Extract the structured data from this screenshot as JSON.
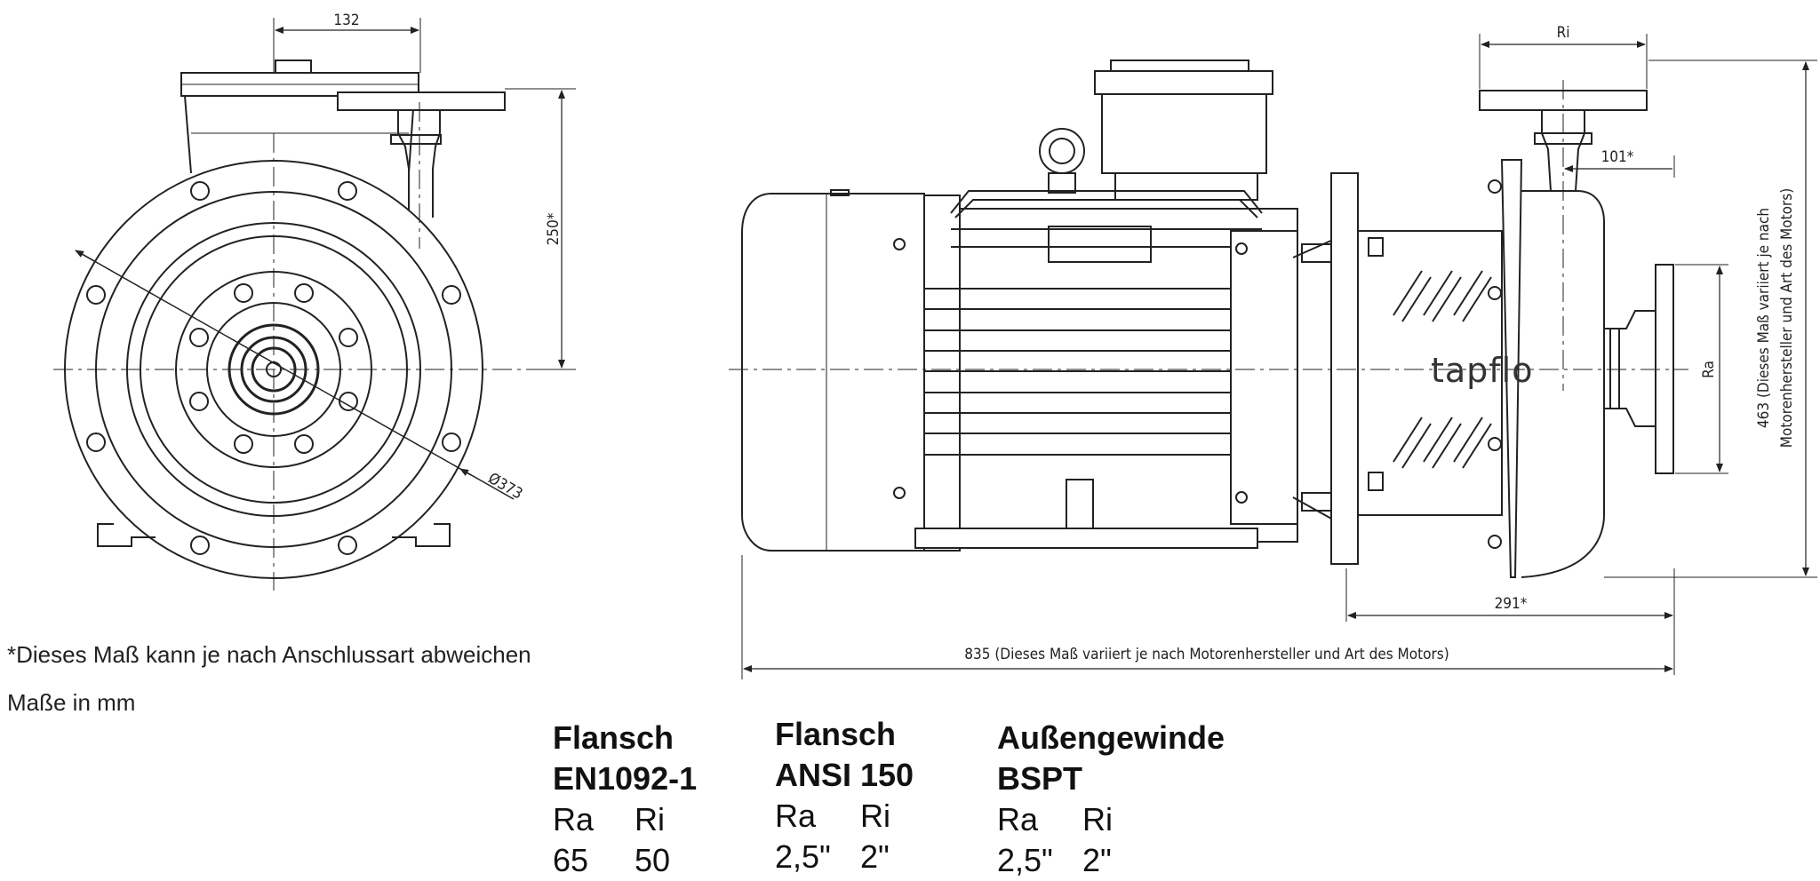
{
  "dimensions": {
    "front_width": "132",
    "front_height": "250*",
    "front_diameter": "Ø373",
    "side_ri": "Ri",
    "side_101": "101*",
    "side_ra": "Ra",
    "side_291": "291*",
    "side_835": "835 (Dieses Maß variiert je nach Motorenhersteller und Art des Motors)",
    "side_463_line1": "463 (Dieses Maß variiert je nach",
    "side_463_line2": "Motorenhersteller und Art des Motors)"
  },
  "brand": "tapflo",
  "notes": {
    "asterisk_note": "*Dieses Maß kann je nach Anschlussart abweichen",
    "units_note": "Maße in mm"
  },
  "tables": [
    {
      "title_line1": "Flansch",
      "title_line2": "EN1092-1",
      "col1": "Ra",
      "col2": "Ri",
      "val1": "65",
      "val2": "50"
    },
    {
      "title_line1": "Flansch",
      "title_line2": "ANSI 150",
      "col1": "Ra",
      "col2": "Ri",
      "val1": "2,5\"",
      "val2": "2\""
    },
    {
      "title_line1": "Außengewinde",
      "title_line2": "BSPT",
      "col1": "Ra",
      "col2": "Ri",
      "val1": "2,5\"",
      "val2": "2\""
    }
  ]
}
